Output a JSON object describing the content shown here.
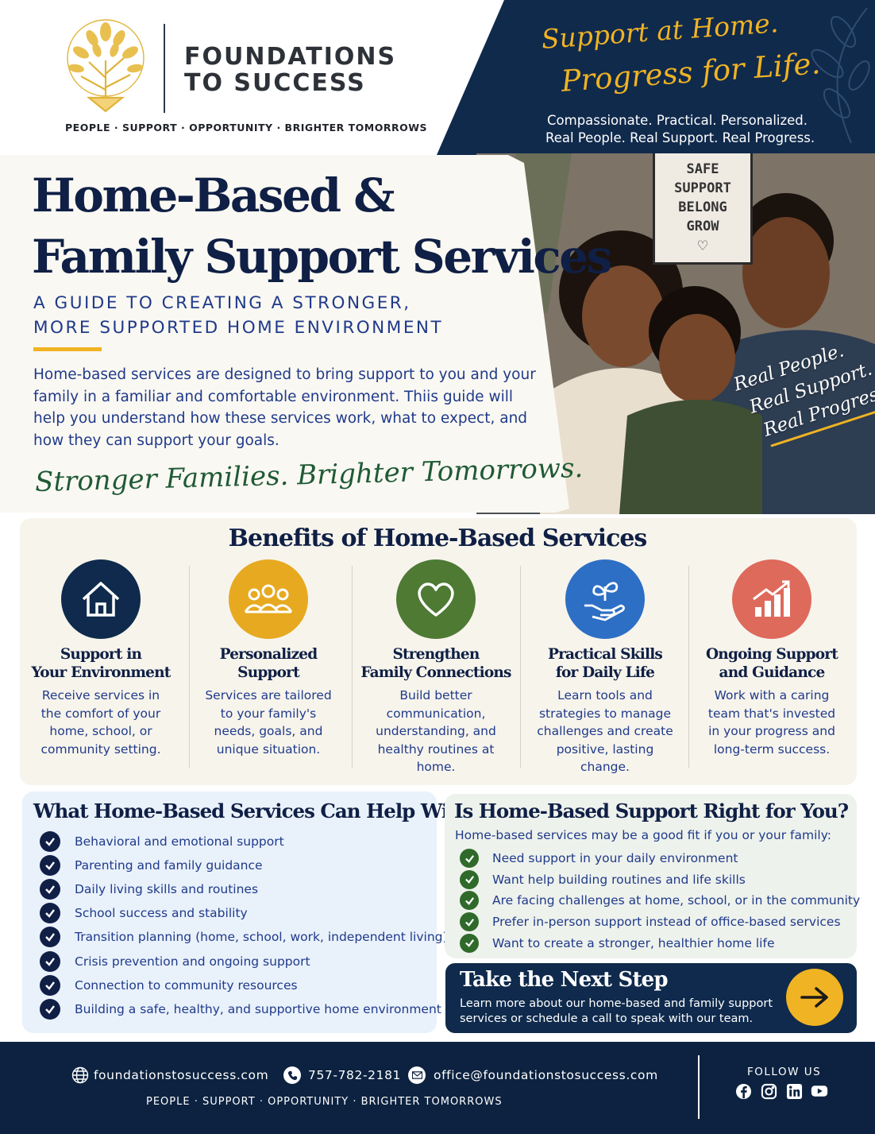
{
  "brand": {
    "name_line1": "FOUNDATIONS",
    "name_line2": "TO SUCCESS",
    "tagline": "PEOPLE · SUPPORT · OPPORTUNITY · BRIGHTER TOMORROWS"
  },
  "header": {
    "slogan_line1": "Support at Home.",
    "slogan_line2": "Progress for Life.",
    "subline1": "Compassionate. Practical. Personalized.",
    "subline2": "Real People. Real Support. Real Progress."
  },
  "hero": {
    "title_line1": "Home-Based &",
    "title_line2": "Family Support Services",
    "subtitle_line1": "A GUIDE TO CREATING A STRONGER,",
    "subtitle_line2": "MORE SUPPORTED HOME ENVIRONMENT",
    "body": "Home-based services are designed to bring support to you and your family in a familiar and comfortable environment. Thiis guide will help you understand how these services work, what to expect, and how they can support your goals.",
    "script": "Stronger Families. Brighter Tomorrows.",
    "sign_lines": [
      "SAFE",
      "SUPPORT",
      "BELONG",
      "GROW"
    ],
    "photo_overlay": [
      "Real People.",
      "Real Support.",
      "Real Progress."
    ]
  },
  "benefits": {
    "title": "Benefits of Home-Based Services",
    "items": [
      {
        "title_line1": "Support in",
        "title_line2": "Your Environment",
        "desc": "Receive services in the comfort of your home, school, or community setting.",
        "icon": "home-icon",
        "color": "#0f2a4c"
      },
      {
        "title_line1": "Personalized",
        "title_line2": "Support",
        "desc": "Services are tailored to your family's needs, goals, and unique situation.",
        "icon": "group-icon",
        "color": "#e6a920"
      },
      {
        "title_line1": "Strengthen",
        "title_line2": "Family Connections",
        "desc": "Build better communication, understanding, and healthy routines at home.",
        "icon": "heart-icon",
        "color": "#4e7a34"
      },
      {
        "title_line1": "Practical Skills",
        "title_line2": "for Daily Life",
        "desc": "Learn tools and strategies to manage challenges and create positive, lasting change.",
        "icon": "hand-sprout-icon",
        "color": "#2d6fc4"
      },
      {
        "title_line1": "Ongoing Support",
        "title_line2": "and Guidance",
        "desc": "Work with a caring team that's invested in your progress and long-term success.",
        "icon": "growth-chart-icon",
        "color": "#de6a5c"
      }
    ]
  },
  "help": {
    "title": "What Home-Based Services Can Help With",
    "items": [
      "Behavioral and emotional support",
      "Parenting and family guidance",
      "Daily living skills and routines",
      "School success and stability",
      "Transition planning (home, school, work, independent living)",
      "Crisis prevention and ongoing support",
      "Connection to community resources",
      "Building a safe, healthy, and supportive home environment"
    ]
  },
  "fit": {
    "title": "Is Home-Based Support Right for You?",
    "intro": "Home-based services may be a good fit if you or your family:",
    "items": [
      "Need support in your daily environment",
      "Want help building routines and life skills",
      "Are facing challenges at home, school, or in the community",
      "Prefer in-person support instead of office-based services",
      "Want to create a stronger, healthier home life"
    ]
  },
  "cta": {
    "title": "Take the Next Step",
    "body": "Learn more about our home-based and family support services or schedule a call to speak with our team."
  },
  "footer": {
    "website": "foundationstosuccess.com",
    "phone": "757-782-2181",
    "email": "office@foundationstosuccess.com",
    "tagline": "PEOPLE · SUPPORT · OPPORTUNITY · BRIGHTER TOMORROWS",
    "follow": "FOLLOW US",
    "social": [
      "facebook-icon",
      "instagram-icon",
      "linkedin-icon",
      "youtube-icon"
    ]
  },
  "colors": {
    "navy": "#102a4c",
    "gold": "#f0b323",
    "blue_text": "#1f3a8a",
    "green": "#2f6a2b"
  }
}
